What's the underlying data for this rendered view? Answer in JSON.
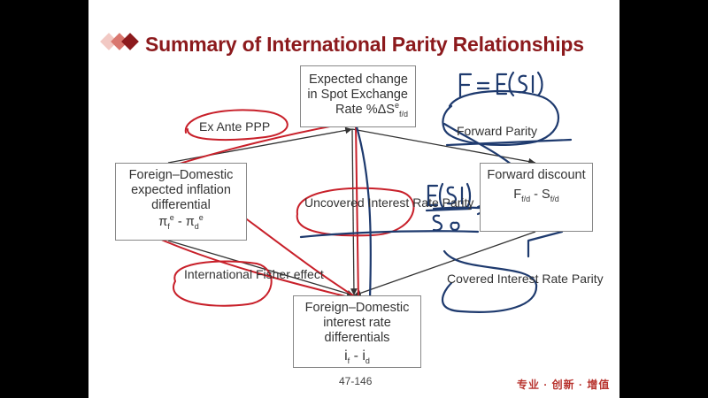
{
  "slide": {
    "title": "Summary of International Parity Relationships",
    "page_number": "47-146",
    "slogan": "专业 · 创新 · 增值"
  },
  "nodes": {
    "spot": {
      "line1": "Expected change",
      "line2": "in Spot Exchange",
      "line3_prefix": "Rate %ΔS",
      "sup": "e",
      "sub": "f/d"
    },
    "inflation": {
      "line1": "Foreign–Domestic",
      "line2": "expected inflation",
      "line3": "differential",
      "pi1_sub": "f",
      "pi1_sup": "e",
      "minus": " - ",
      "pi2_sub": "d",
      "pi2_sup": "e"
    },
    "forward": {
      "line1": "Forward discount",
      "f_sub": "f/d",
      "minus": " - ",
      "s_sub": "f/d"
    },
    "interest": {
      "line1": "Foreign–Domestic",
      "line2": "interest rate",
      "line3": "differentials",
      "i1_sub": "f",
      "minus": " - ",
      "i2_sub": "d"
    }
  },
  "labels": {
    "ex_ante_ppp": "Ex Ante PPP",
    "forward_parity": "Forward Parity",
    "uncovered_1": "Uncovered Interest",
    "uncovered_2": "Rate Parity",
    "fisher_1": "International",
    "fisher_2": "Fisher effect",
    "covered_1": "Covered Interest",
    "covered_2": "Rate Parity"
  },
  "colors": {
    "title": "#8c1a1d",
    "ink_blue": "#1e3a6e",
    "ink_red": "#c8202a",
    "arrow": "#333333"
  }
}
